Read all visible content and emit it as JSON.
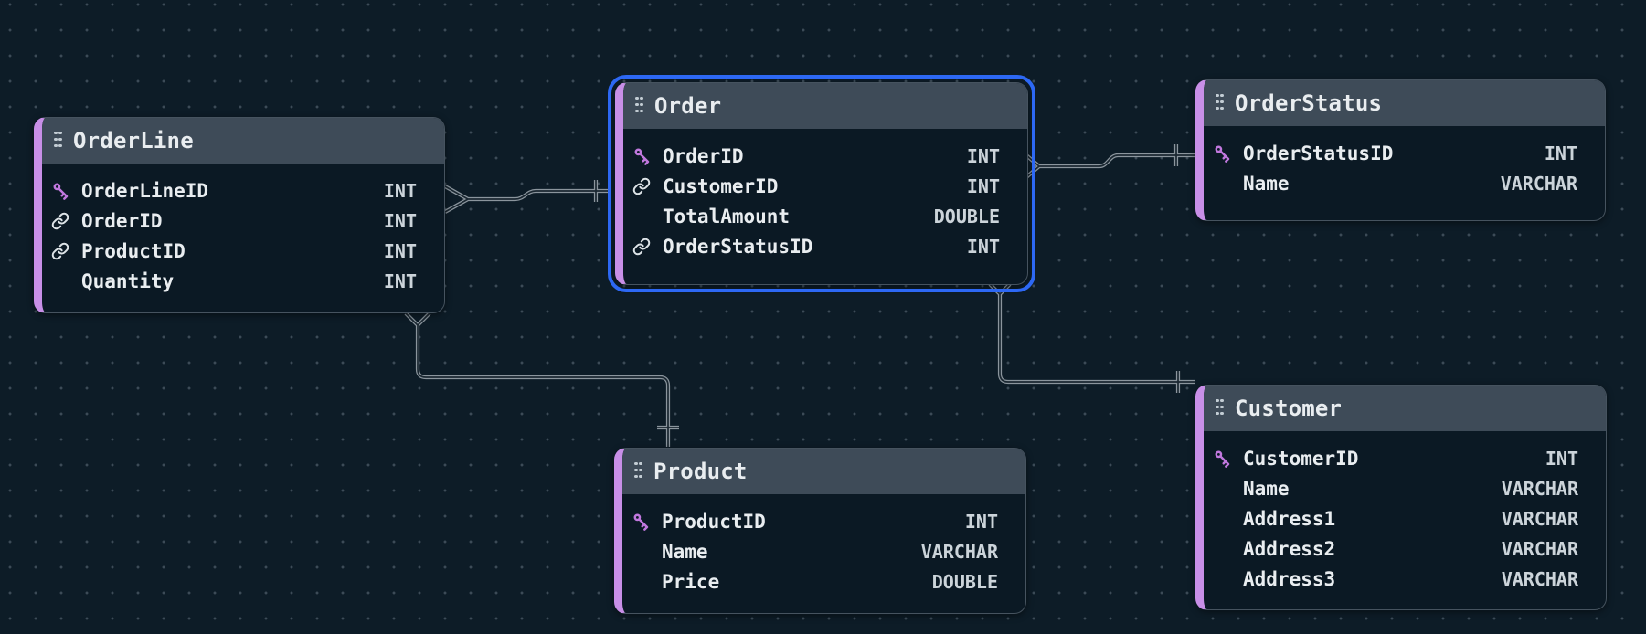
{
  "app": {
    "name": "database-diagram-canvas"
  },
  "palette": {
    "canvas_bg": "#0d1c27",
    "grid_dot": "#3c4b57",
    "table_body": "#0b1924",
    "table_header": "#3e4b58",
    "table_border": "#46535f",
    "accent_purple": "#c88fe7",
    "selection_blue": "#2d68f4",
    "text_primary": "#e9edf0",
    "text_type": "#ccd4da",
    "icon_key": "#c178de",
    "icon_link": "#dde3e7",
    "handle_dots": "#c3cdd4",
    "wire_light": "#8b959d",
    "wire_dark": "#1a2731"
  },
  "tables": [
    {
      "title": "OrderLine",
      "selected": false,
      "fields": [
        {
          "name": "OrderLineID",
          "type": "INT",
          "icon": "key"
        },
        {
          "name": "OrderID",
          "type": "INT",
          "icon": "link"
        },
        {
          "name": "ProductID",
          "type": "INT",
          "icon": "link"
        },
        {
          "name": "Quantity",
          "type": "INT",
          "icon": "none"
        }
      ]
    },
    {
      "title": "Order",
      "selected": true,
      "fields": [
        {
          "name": "OrderID",
          "type": "INT",
          "icon": "key"
        },
        {
          "name": "CustomerID",
          "type": "INT",
          "icon": "link"
        },
        {
          "name": "TotalAmount",
          "type": "DOUBLE",
          "icon": "none"
        },
        {
          "name": "OrderStatusID",
          "type": "INT",
          "icon": "link"
        }
      ]
    },
    {
      "title": "OrderStatus",
      "selected": false,
      "fields": [
        {
          "name": "OrderStatusID",
          "type": "INT",
          "icon": "key"
        },
        {
          "name": "Name",
          "type": "VARCHAR",
          "icon": "none"
        }
      ]
    },
    {
      "title": "Product",
      "selected": false,
      "fields": [
        {
          "name": "ProductID",
          "type": "INT",
          "icon": "key"
        },
        {
          "name": "Name",
          "type": "VARCHAR",
          "icon": "none"
        },
        {
          "name": "Price",
          "type": "DOUBLE",
          "icon": "none"
        }
      ]
    },
    {
      "title": "Customer",
      "selected": false,
      "fields": [
        {
          "name": "CustomerID",
          "type": "INT",
          "icon": "key"
        },
        {
          "name": "Name",
          "type": "VARCHAR",
          "icon": "none"
        },
        {
          "name": "Address1",
          "type": "VARCHAR",
          "icon": "none"
        },
        {
          "name": "Address2",
          "type": "VARCHAR",
          "icon": "none"
        },
        {
          "name": "Address3",
          "type": "VARCHAR",
          "icon": "none"
        }
      ]
    }
  ],
  "relationships": [
    {
      "from_table": "OrderLine",
      "from_field": "OrderID",
      "to_table": "Order",
      "to_field": "OrderID",
      "cardinality": "many-to-one"
    },
    {
      "from_table": "Order",
      "from_field": "OrderStatusID",
      "to_table": "OrderStatus",
      "to_field": "OrderStatusID",
      "cardinality": "many-to-one"
    },
    {
      "from_table": "OrderLine",
      "from_field": "ProductID",
      "to_table": "Product",
      "to_field": "ProductID",
      "cardinality": "many-to-one"
    },
    {
      "from_table": "Order",
      "from_field": "CustomerID",
      "to_table": "Customer",
      "to_field": "CustomerID",
      "cardinality": "many-to-one"
    }
  ]
}
